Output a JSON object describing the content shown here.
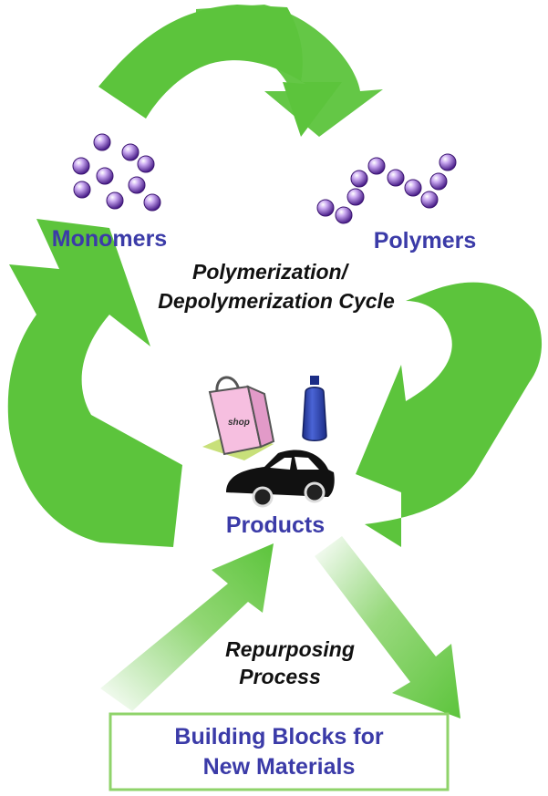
{
  "nodes": {
    "monomers": "Monomers",
    "polymers": "Polymers",
    "products": "Products"
  },
  "cycle_label": {
    "line1": "Polymerization/",
    "line2": "Depolymerization Cycle"
  },
  "repurposing_label": {
    "line1": "Repurposing",
    "line2": "Process"
  },
  "building_blocks": {
    "line1": "Building Blocks for",
    "line2": "New Materials"
  },
  "bag_text": "shop",
  "colors": {
    "arrow_green": "#5cc43c",
    "label_blue": "#3b3ba8",
    "sphere_purple": "#8a5cc8",
    "bag_pink": "#f6bfe0",
    "bottle_blue": "#2a3fa8",
    "box_border": "#8fd36a"
  },
  "icons": [
    "recycle-arrow-top",
    "recycle-arrow-right",
    "recycle-arrow-left",
    "shopping-bag-icon",
    "bottle-icon",
    "car-icon"
  ]
}
